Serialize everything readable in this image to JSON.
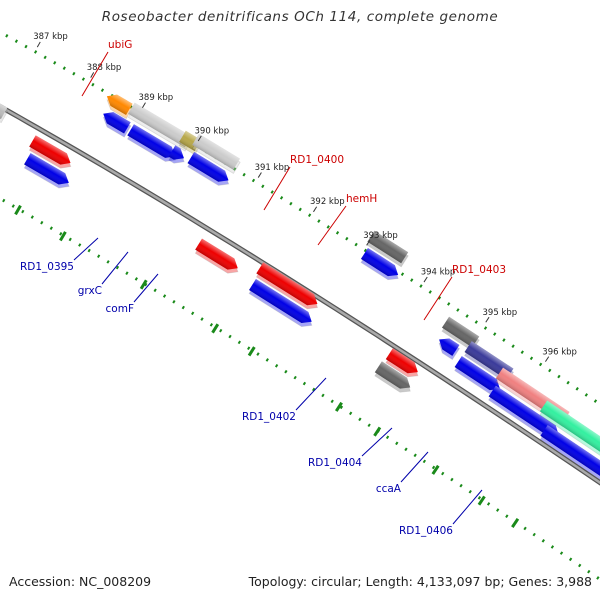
{
  "title": "Roseobacter denitrificans OCh 114, complete genome",
  "footer": {
    "accession": "Accession: NC_008209",
    "summary": "Topology: circular; Length: 4,133,097 bp; Genes: 3,988"
  },
  "ticks": [
    {
      "label": "387 kbp"
    },
    {
      "label": "388 kbp"
    },
    {
      "label": "389 kbp"
    },
    {
      "label": "390 kbp"
    },
    {
      "label": "391 kbp"
    },
    {
      "label": "392 kbp"
    },
    {
      "label": "393 kbp"
    },
    {
      "label": "394 kbp"
    },
    {
      "label": "395 kbp"
    },
    {
      "label": "396 kbp"
    }
  ],
  "gene_labels": [
    {
      "text": "ubiG",
      "color": "#cc0000"
    },
    {
      "text": "RD1_0400",
      "color": "#cc0000"
    },
    {
      "text": "hemH",
      "color": "#cc0000"
    },
    {
      "text": "RD1_0403",
      "color": "#cc0000"
    },
    {
      "text": "RD1_0395",
      "color": "#0000aa"
    },
    {
      "text": "grxC",
      "color": "#0000aa"
    },
    {
      "text": "comF",
      "color": "#0000aa"
    },
    {
      "text": "RD1_0402",
      "color": "#0000aa"
    },
    {
      "text": "RD1_0404",
      "color": "#0000aa"
    },
    {
      "text": "ccaA",
      "color": "#0000aa"
    },
    {
      "text": "RD1_0406",
      "color": "#0000aa"
    }
  ],
  "colors": {
    "backbone": "#888888",
    "gc_dots": "#1a8a1a",
    "blue": "#0000e6",
    "red": "#ee0000",
    "gray": "#666666",
    "orange": "#ff8800",
    "olive": "#b8a84a",
    "indigo": "#3a3a9a",
    "pink": "#f08080",
    "aqua": "#33f0a0"
  }
}
